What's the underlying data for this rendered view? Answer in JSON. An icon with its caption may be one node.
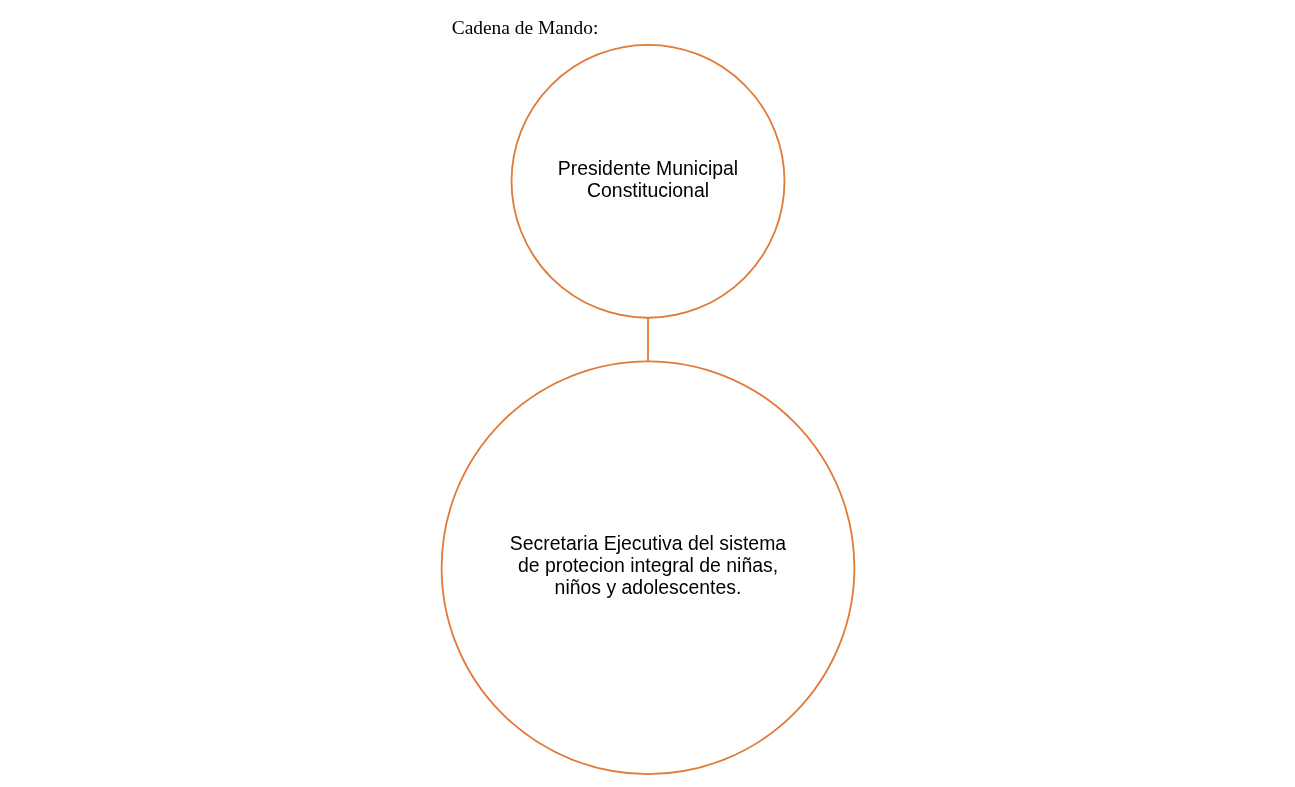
{
  "diagram": {
    "title": "Cadena de Mando:",
    "nodes": [
      {
        "text": [
          "Presidente Municipal Constitucional"
        ]
      },
      {
        "text": [
          "Secretaria Ejecutiva del sistema de protecion integral de niñas, niños y adolescentes."
        ]
      }
    ],
    "edges": [
      {
        "from": 0,
        "to": 1,
        "arrow": "none"
      }
    ]
  }
}
